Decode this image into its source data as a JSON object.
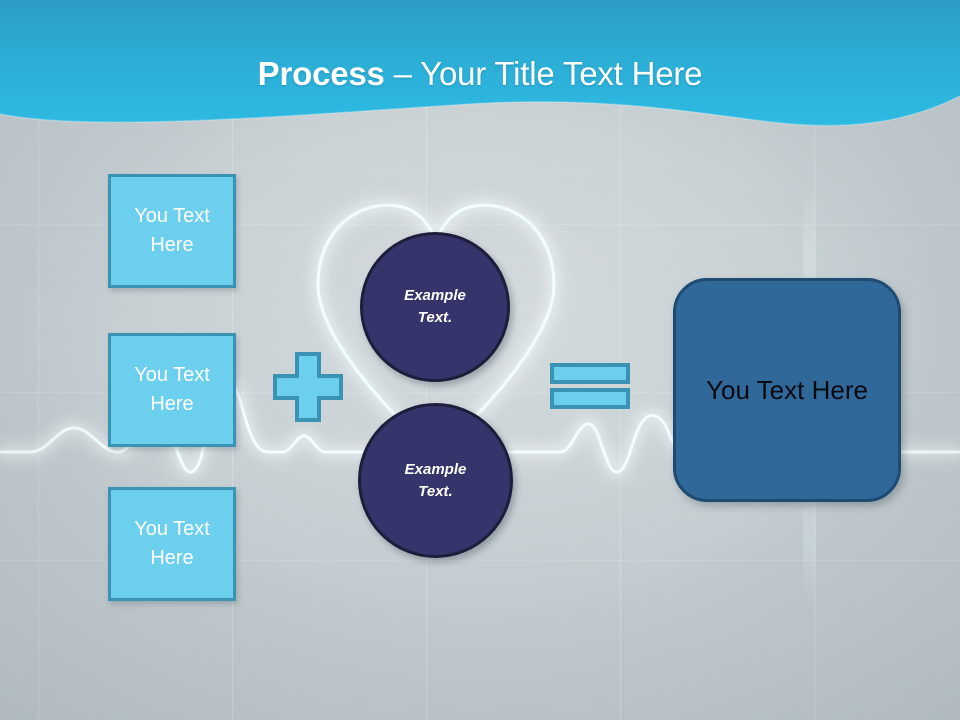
{
  "slide": {
    "title": {
      "strong": "Process",
      "rest": " – Your Title Text Here"
    },
    "background_color": "#c3ccd0",
    "header_color_top": "#2c9dc6",
    "header_color_bottom": "#2ebae2"
  },
  "inputs": {
    "items": [
      {
        "id": "tile-1",
        "label": "You Text Here"
      },
      {
        "id": "tile-2",
        "label": "You Text Here"
      },
      {
        "id": "tile-3",
        "label": "You Text Here"
      }
    ],
    "fill": "#6ccfee",
    "border": "#3a93b5",
    "text_color": "#ffffff"
  },
  "operators": {
    "plus": {
      "name": "plus-operator",
      "symbol": "+"
    },
    "equals": {
      "name": "equals-operator",
      "symbol": "="
    },
    "fill": "#6ccfee",
    "border": "#3a93b5"
  },
  "middle": {
    "items": [
      {
        "id": "circle-1",
        "line1": "Example",
        "line2": "Text."
      },
      {
        "id": "circle-2",
        "line1": "Example",
        "line2": "Text."
      }
    ],
    "fill": "#35356b",
    "border": "#1e1e3c",
    "text_color": "#ffffff"
  },
  "result": {
    "label": "You Text Here",
    "fill": "#2f6899",
    "border": "#1f4a72",
    "text_color": "#0a0a12"
  },
  "decor": {
    "ecg_line": "heartbeat-waveform",
    "heart_outline": "heart-outline-glow",
    "glow_color": "#d8f4ff"
  }
}
